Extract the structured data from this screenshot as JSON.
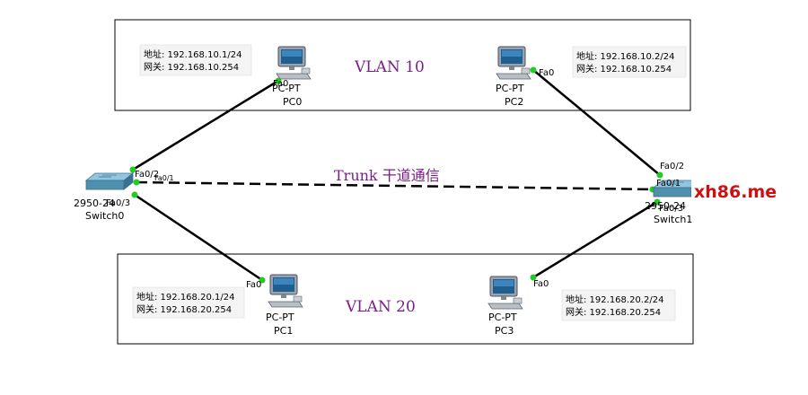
{
  "vlans": {
    "top": {
      "label": "VLAN 10"
    },
    "bottom": {
      "label": "VLAN 20"
    }
  },
  "trunk": {
    "label": "Trunk 干道通信"
  },
  "hosts": {
    "pc0": {
      "model": "PC-PT",
      "name": "PC0",
      "port": "Fa0",
      "addr": "地址: 192.168.10.1/24",
      "gw": "网关: 192.168.10.254"
    },
    "pc2": {
      "model": "PC-PT",
      "name": "PC2",
      "port": "Fa0",
      "addr": "地址: 192.168.10.2/24",
      "gw": "网关: 192.168.10.254"
    },
    "pc1": {
      "model": "PC-PT",
      "name": "PC1",
      "port": "Fa0",
      "addr": "地址: 192.168.20.1/24",
      "gw": "网关: 192.168.20.254"
    },
    "pc3": {
      "model": "PC-PT",
      "name": "PC3",
      "port": "Fa0",
      "addr": "地址: 192.168.20.2/24",
      "gw": "网关: 192.168.20.254"
    }
  },
  "switches": {
    "sw0": {
      "model": "2950-24",
      "name": "Switch0",
      "port_pc0": "Fa0/2",
      "port_trunk": "Fa0/1",
      "port_pc1": "Fa0/3"
    },
    "sw1": {
      "model": "2950-24",
      "name": "Switch1",
      "port_pc2": "Fa0/2",
      "port_trunk": "Fa0/1",
      "port_pc3": "Fa0/3"
    }
  },
  "watermark": "xh86.me",
  "colors": {
    "vlan_text": "#7a1f86",
    "link": "#000000",
    "port_led": "#22cc22",
    "watermark": "#d01010",
    "switch_body": "#4f8fb0"
  }
}
